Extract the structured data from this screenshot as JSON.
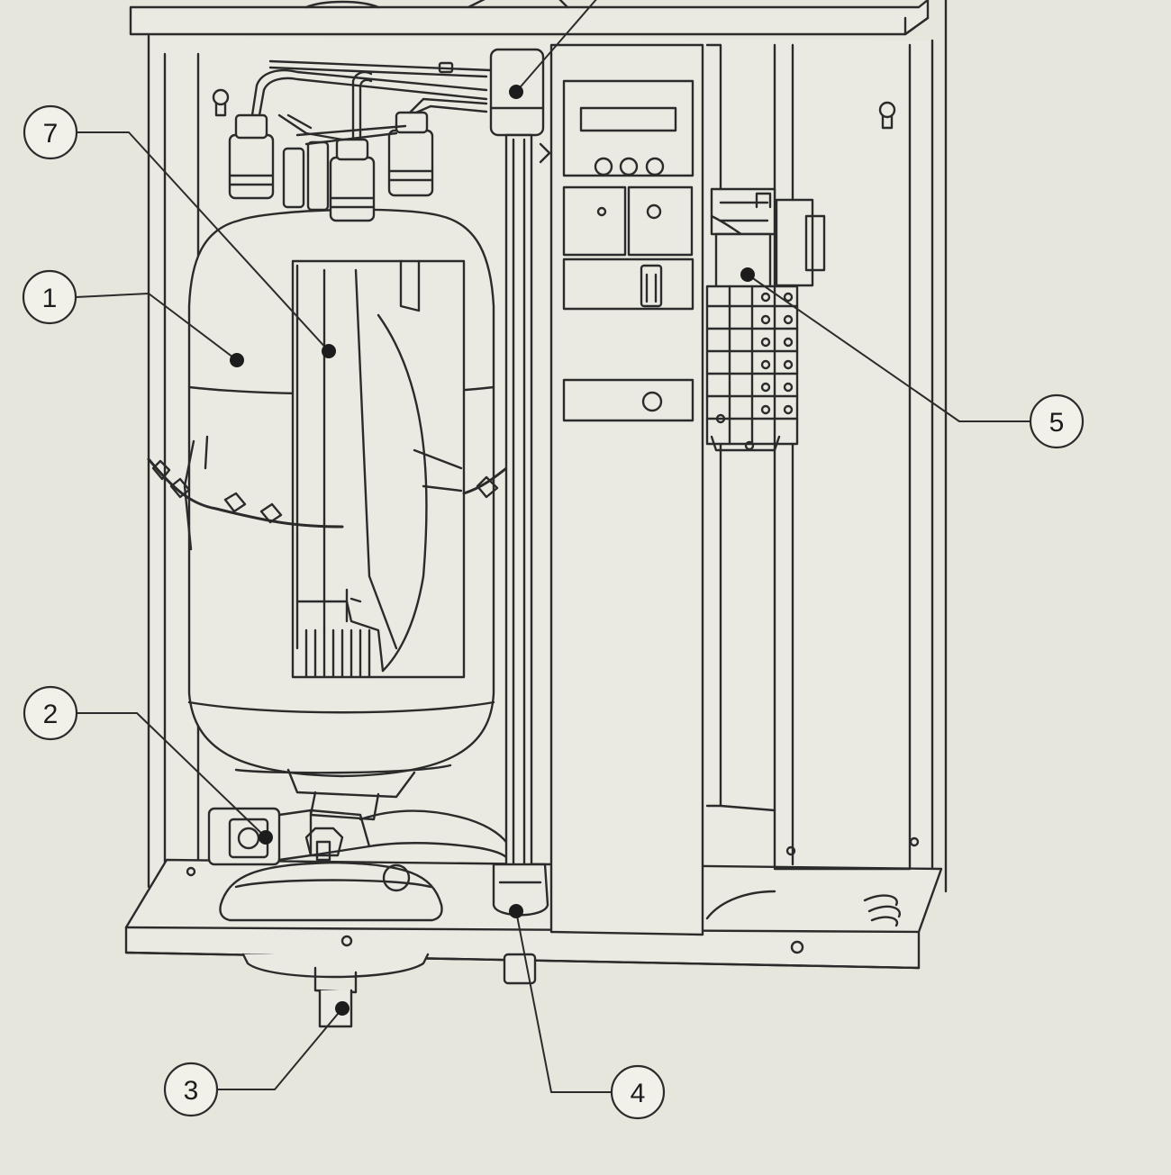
{
  "diagram": {
    "background": "#e7e6dd",
    "line_color": "#2b2b2b",
    "fill_color": "#ebeae2",
    "callouts": [
      {
        "id": "callout-1",
        "label": "1"
      },
      {
        "id": "callout-2",
        "label": "2"
      },
      {
        "id": "callout-3",
        "label": "3"
      },
      {
        "id": "callout-4",
        "label": "4"
      },
      {
        "id": "callout-5",
        "label": "5"
      },
      {
        "id": "callout-7",
        "label": "7"
      }
    ]
  }
}
